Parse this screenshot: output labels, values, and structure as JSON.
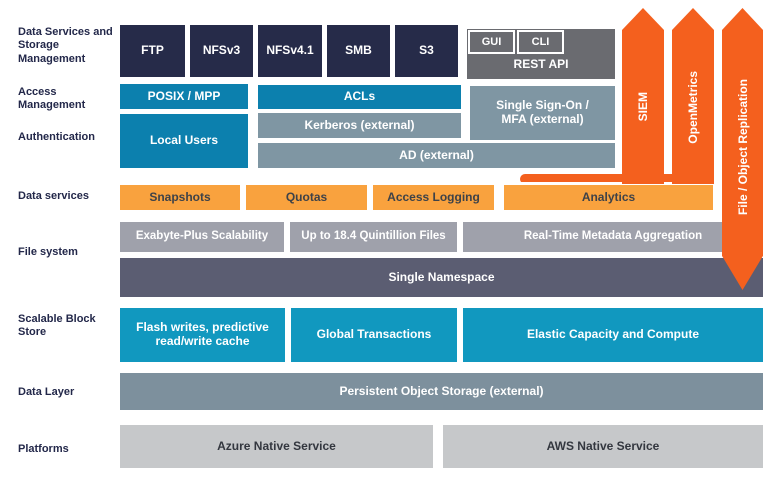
{
  "colors": {
    "arrow_orange": "#F4601E",
    "bar_orange": "#F9A23E",
    "teal": "#0C80AE",
    "cyan_teal": "#1198BF",
    "navy": "#262B49",
    "blue_gray": "#7F96A3",
    "api_gray": "#6A6B70",
    "file_gray": "#9FA1AB",
    "namespace_slate": "#5B5D72",
    "storage_gray": "#7D909D",
    "platform_gray": "#C6C8CA"
  },
  "side_labels": [
    "Data Services and Storage Management",
    "Access Management",
    "Authentication",
    "Data services",
    "File system",
    "Scalable Block Store",
    "Data Layer",
    "Platforms"
  ],
  "protocols": [
    "FTP",
    "NFSv3",
    "NFSv4.1",
    "SMB",
    "S3"
  ],
  "api_block": {
    "gui": "GUI",
    "cli": "CLI",
    "rest": "REST API"
  },
  "access_management": {
    "posix": "POSIX / MPP",
    "acls": "ACLs",
    "sso": "Single Sign-On / MFA (external)"
  },
  "authentication": {
    "local_users": "Local Users",
    "kerberos": "Kerberos (external)",
    "ad": "AD (external)"
  },
  "data_services": [
    "Snapshots",
    "Quotas",
    "Access Logging",
    "Analytics"
  ],
  "file_system": {
    "items": [
      "Exabyte-Plus Scalability",
      "Up to 18.4 Quintillion Files",
      "Real-Time Metadata Aggregation"
    ],
    "namespace": "Single Namespace"
  },
  "block_store": [
    "Flash writes, predictive read/write cache",
    "Global Transactions",
    "Elastic Capacity and Compute"
  ],
  "data_layer": {
    "storage": "Persistent Object Storage (external)"
  },
  "platforms": [
    "Azure Native Service",
    "AWS Native Service"
  ],
  "arrows": [
    "SIEM",
    "OpenMetrics",
    "File / Object Replication"
  ]
}
